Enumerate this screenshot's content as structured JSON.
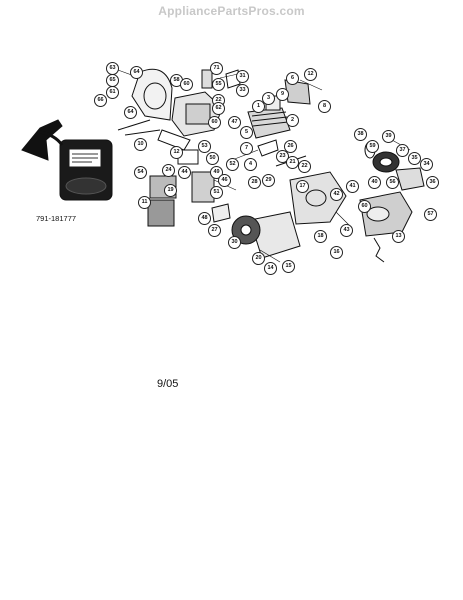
{
  "site_title": "AppliancePartsPros.com",
  "starter_part_number": "791-181777",
  "revision_date": "9/05",
  "callouts": [
    "63",
    "64",
    "71",
    "31",
    "65",
    "61",
    "58",
    "60",
    "55",
    "33",
    "22",
    "12",
    "6",
    "9",
    "8",
    "66",
    "62",
    "64",
    "60",
    "10",
    "3",
    "1",
    "47",
    "5",
    "2",
    "12",
    "53",
    "26",
    "7",
    "23",
    "21",
    "22",
    "50",
    "24",
    "49",
    "51",
    "52",
    "46",
    "39",
    "38",
    "59",
    "37",
    "35",
    "34",
    "36",
    "41",
    "40",
    "56",
    "4",
    "28",
    "29",
    "17",
    "42",
    "15",
    "43",
    "27",
    "44",
    "54",
    "19",
    "30",
    "18",
    "16",
    "14",
    "20",
    "48",
    "11",
    "57",
    "60",
    "13"
  ]
}
